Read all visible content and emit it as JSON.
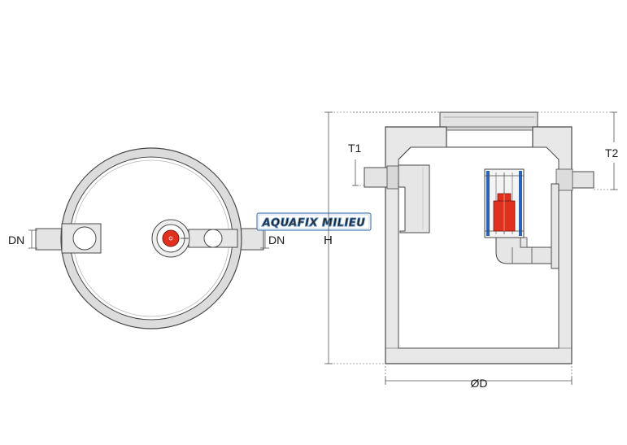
{
  "labels": {
    "dn_left": "DN",
    "dn_right": "DN",
    "height": "H",
    "t1": "T1",
    "t2": "T2",
    "diameter": "ØD"
  },
  "logo": {
    "text": "AQUAFIX MILIEU"
  },
  "colors": {
    "outline": "#4a4a4a",
    "tank_fill": "#e8e8e8",
    "interior_fill": "#ffffff",
    "float_red": "#e0301e",
    "frame_blue": "#2a62b8",
    "logo_blue": "#4f7fb3",
    "dimension_line": "#555555"
  }
}
